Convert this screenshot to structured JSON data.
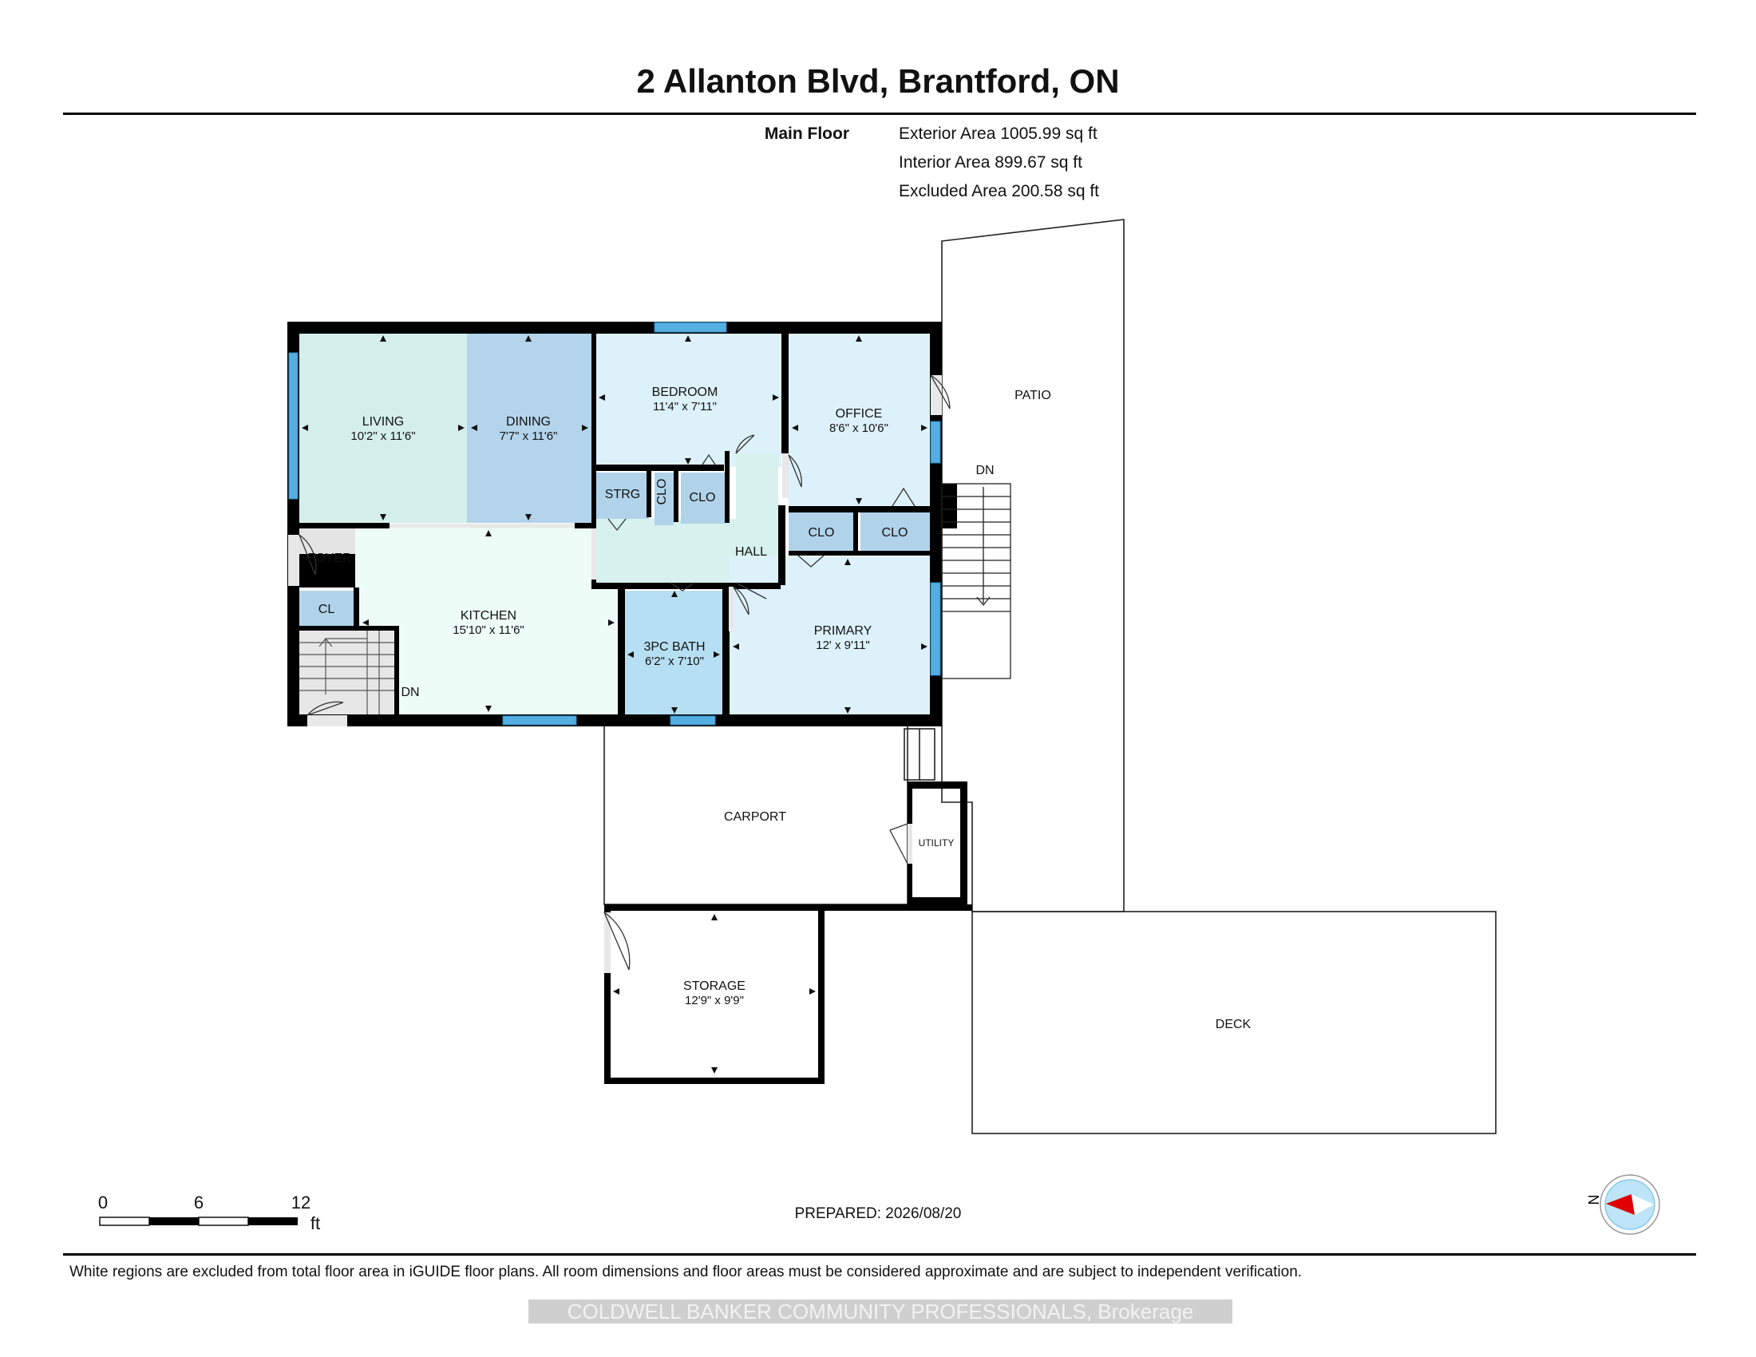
{
  "header": {
    "title": "2 Allanton Blvd, Brantford, ON"
  },
  "summary": {
    "floor_label": "Main Floor",
    "exterior_area": "Exterior Area 1005.99 sq ft",
    "interior_area": "Interior Area 899.67 sq ft",
    "excluded_area": "Excluded Area 200.58 sq ft"
  },
  "rooms": {
    "living": {
      "name": "LIVING",
      "dims": "10'2\" x 11'6\""
    },
    "dining": {
      "name": "DINING",
      "dims": "7'7\" x 11'6\""
    },
    "bedroom": {
      "name": "BEDROOM",
      "dims": "11'4\" x 7'11\""
    },
    "office": {
      "name": "OFFICE",
      "dims": "8'6\" x 10'6\""
    },
    "kitchen": {
      "name": "KITCHEN",
      "dims": "15'10\" x 11'6\""
    },
    "bath": {
      "name": "3PC BATH",
      "dims": "6'2\" x 7'10\""
    },
    "primary": {
      "name": "PRIMARY",
      "dims": "12' x 9'11\""
    },
    "storage": {
      "name": "STORAGE",
      "dims": "12'9\" x 9'9\""
    },
    "foyer": {
      "name": "FOYER"
    },
    "hall": {
      "name": "HALL"
    },
    "strg": {
      "name": "STRG"
    },
    "clo_small": {
      "name": "CLO"
    },
    "clo_hall": {
      "name": "CLO"
    },
    "clo_office": {
      "name": "CLO"
    },
    "clo_primary": {
      "name": "CLO"
    },
    "cl": {
      "name": "CL"
    },
    "utility": {
      "name": "UTILITY"
    }
  },
  "exterior": {
    "patio": "PATIO",
    "carport": "CARPORT",
    "deck": "DECK",
    "stairs_down_main": "DN",
    "stairs_down_patio": "DN"
  },
  "scale_bar": {
    "ticks": [
      "0",
      "6",
      "12"
    ],
    "unit": "ft"
  },
  "compass": {
    "label": "N",
    "icon": "compass-icon"
  },
  "footer": {
    "prepared": "PREPARED: 2026/08/20",
    "disclaimer": "White regions are excluded from total floor area in iGUIDE floor plans. All room dimensions and floor areas must be considered approximate and are subject to independent verification.",
    "brokerage": "COLDWELL BANKER COMMUNITY PROFESSIONALS, Brokerage"
  },
  "colors": {
    "living": "#d4efea",
    "dining": "#b3d4ea",
    "bedroom": "#ddf1fb",
    "kitchen": "#eefcf8",
    "hall": "#d7f1ee",
    "bath": "#b7dff3",
    "closet": "#b1d3ea",
    "window": "#55aee0",
    "wall": "#000000"
  }
}
